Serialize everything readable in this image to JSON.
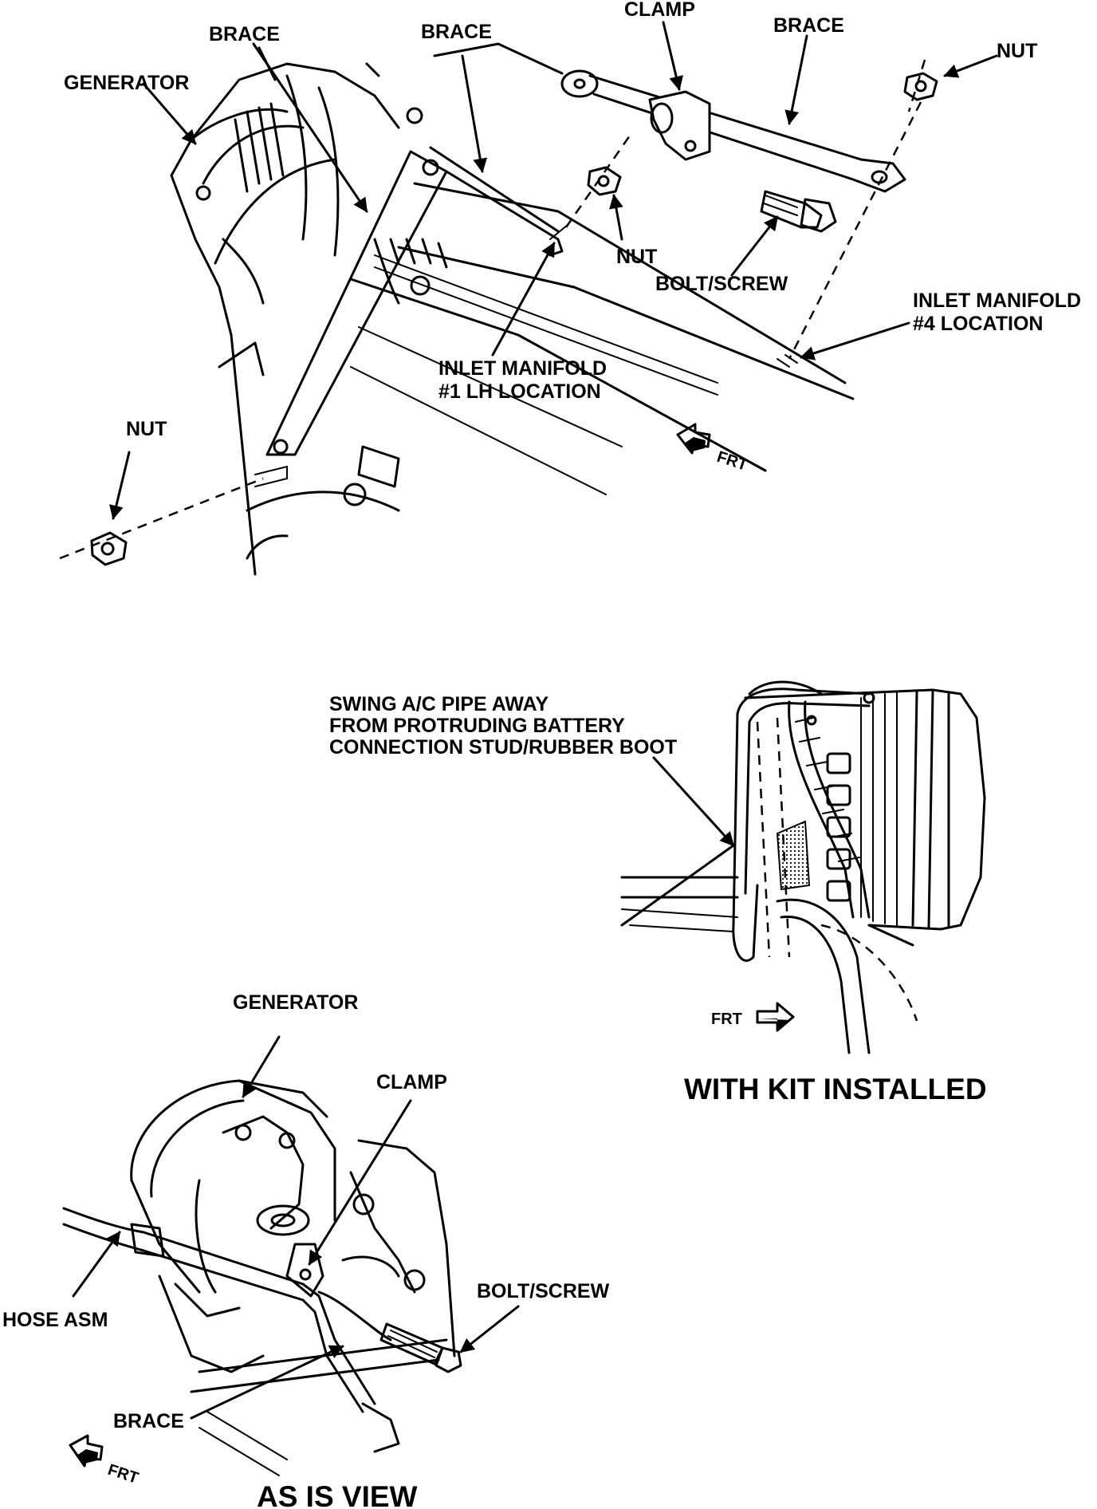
{
  "top_view": {
    "labels": {
      "generator": "GENERATOR",
      "brace_left": "BRACE",
      "brace_middle": "BRACE",
      "clamp": "CLAMP",
      "brace_right": "BRACE",
      "nut_top_right": "NUT",
      "nut_center": "NUT",
      "bolt_screw": "BOLT/SCREW",
      "inlet_manifold_4_line1": "INLET MANIFOLD",
      "inlet_manifold_4_line2": "#4 LOCATION",
      "inlet_manifold_1_line1": "INLET MANIFOLD",
      "inlet_manifold_1_line2": "#1 LH LOCATION",
      "nut_left": "NUT",
      "frt": "FRT"
    }
  },
  "kit_view": {
    "labels": {
      "note_line1": "SWING A/C PIPE AWAY",
      "note_line2": "FROM PROTRUDING BATTERY",
      "note_line3": "CONNECTION STUD/RUBBER BOOT",
      "frt": "FRT"
    },
    "caption": "WITH KIT INSTALLED"
  },
  "as_is_view": {
    "labels": {
      "generator": "GENERATOR",
      "clamp": "CLAMP",
      "hose_asm": "HOSE ASM",
      "bolt_screw": "BOLT/SCREW",
      "brace": "BRACE",
      "frt": "FRT"
    },
    "caption": "AS IS VIEW"
  }
}
